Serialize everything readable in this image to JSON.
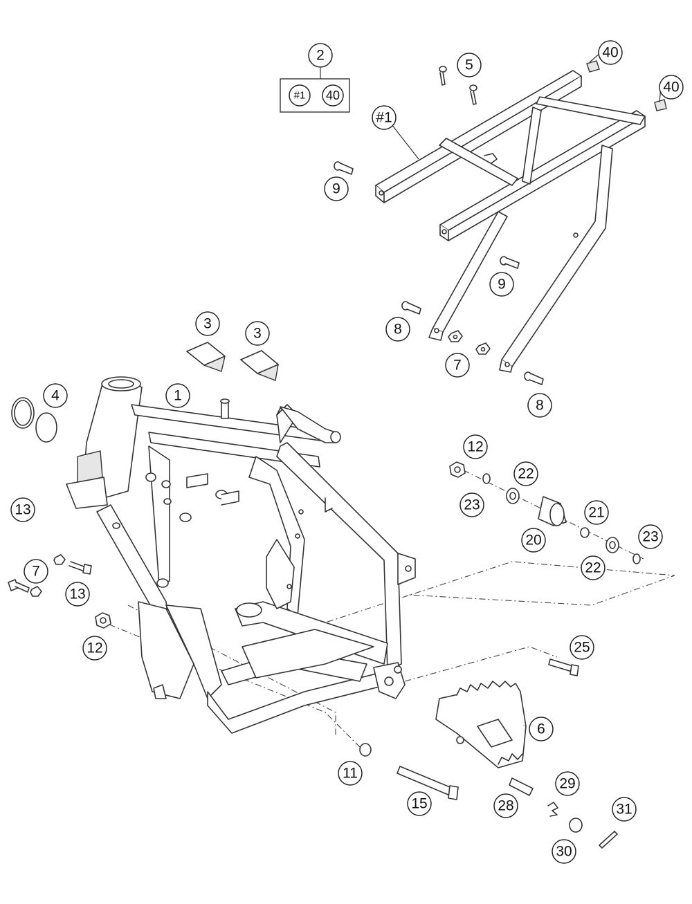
{
  "diagram": {
    "kit": {
      "number": "2",
      "contents": [
        "#1",
        "40"
      ]
    },
    "callouts": [
      {
        "id": "c1",
        "label": "1"
      },
      {
        "id": "c3a",
        "label": "3"
      },
      {
        "id": "c3b",
        "label": "3"
      },
      {
        "id": "c4",
        "label": "4"
      },
      {
        "id": "c5",
        "label": "5"
      },
      {
        "id": "c6",
        "label": "6"
      },
      {
        "id": "c7a",
        "label": "7"
      },
      {
        "id": "c7b",
        "label": "7"
      },
      {
        "id": "c8a",
        "label": "8"
      },
      {
        "id": "c8b",
        "label": "8"
      },
      {
        "id": "c9a",
        "label": "9"
      },
      {
        "id": "c9b",
        "label": "9"
      },
      {
        "id": "c11",
        "label": "11"
      },
      {
        "id": "c12a",
        "label": "12"
      },
      {
        "id": "c12b",
        "label": "12"
      },
      {
        "id": "c13a",
        "label": "13"
      },
      {
        "id": "c13b",
        "label": "13"
      },
      {
        "id": "c15",
        "label": "15"
      },
      {
        "id": "c20",
        "label": "20"
      },
      {
        "id": "c21",
        "label": "21"
      },
      {
        "id": "c22a",
        "label": "22"
      },
      {
        "id": "c22b",
        "label": "22"
      },
      {
        "id": "c23a",
        "label": "23"
      },
      {
        "id": "c23b",
        "label": "23"
      },
      {
        "id": "c25",
        "label": "25"
      },
      {
        "id": "c28",
        "label": "28"
      },
      {
        "id": "c29",
        "label": "29"
      },
      {
        "id": "c30",
        "label": "30"
      },
      {
        "id": "c31",
        "label": "31"
      },
      {
        "id": "c40a",
        "label": "40"
      },
      {
        "id": "c40b",
        "label": "40"
      },
      {
        "id": "cs1",
        "label": "#1"
      }
    ]
  }
}
